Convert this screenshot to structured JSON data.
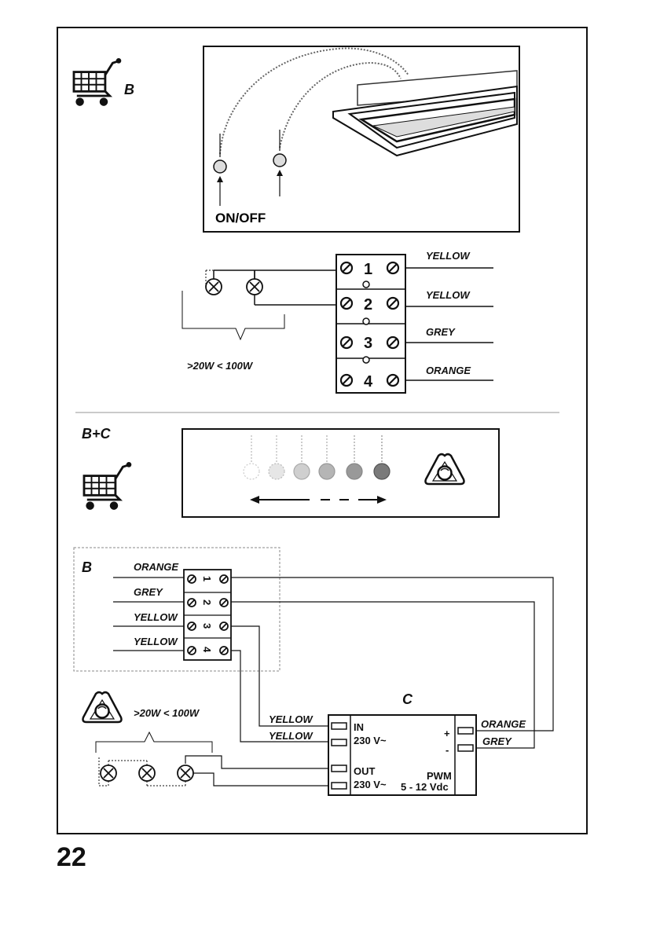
{
  "page": {
    "number": "22"
  },
  "section_b": {
    "letter": "B",
    "switch_label": "ON/OFF",
    "terminals": [
      "1",
      "2",
      "3",
      "4"
    ],
    "wires": [
      "YELLOW",
      "YELLOW",
      "GREY",
      "ORANGE"
    ],
    "power_range": ">20W < 100W"
  },
  "section_bc": {
    "label": "B+C",
    "dimmer_bulbs": 6
  },
  "wiring": {
    "box_letter": "B",
    "terminals": [
      "1",
      "2",
      "3",
      "4"
    ],
    "wires": [
      "ORANGE",
      "GREY",
      "YELLOW",
      "YELLOW"
    ],
    "controller_letter": "C",
    "in_wires": [
      "YELLOW",
      "YELLOW"
    ],
    "in_label": "IN",
    "in_voltage": "230 V~",
    "out_label": "OUT",
    "out_voltage": "230 V~",
    "plus": "+",
    "minus": "-",
    "pwm_label": "PWM",
    "pwm_range": "5 - 12 Vdc",
    "right_wires": [
      "ORANGE",
      "GREY"
    ],
    "power_range": ">20W < 100W"
  },
  "colors": {
    "ink": "#111111",
    "bulb_shades": [
      "#ffffff",
      "#e6e6e6",
      "#cfcfcf",
      "#b5b5b5",
      "#999999",
      "#7a7a7a"
    ]
  },
  "icons": [
    "shopping-cart-icon",
    "dimmer-knob-icon",
    "lamp-x-icon",
    "terminal-screw-icon"
  ]
}
